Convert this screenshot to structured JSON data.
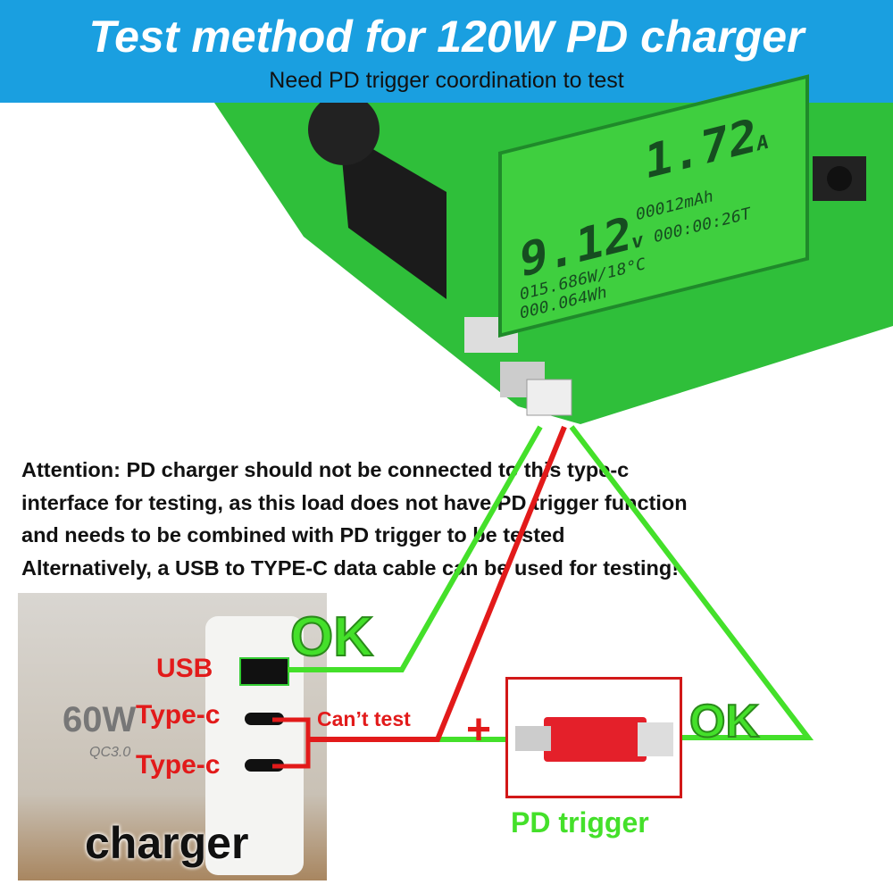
{
  "header": {
    "title": "Test method for 120W PD charger",
    "subtitle": "Need PD trigger coordination to test"
  },
  "lcd": {
    "voltage": "9.12",
    "voltage_unit": "v",
    "current": "1.72",
    "current_unit": "A",
    "power_temp": "015.686W/18°C",
    "capacity": "00012mAh",
    "energy": "000.064Wh",
    "time": "000:00:26T"
  },
  "attention": [
    "Attention: PD charger should not be connected to this type-c",
    "interface for testing, as this load does not have PD trigger function",
    "and needs to be combined with PD trigger to be tested",
    "Alternatively, a USB to TYPE-C data cable can be used for testing!"
  ],
  "charger": {
    "label": "charger",
    "usb_label": "USB",
    "typec1_label": "Type-c",
    "typec2_label": "Type-c",
    "wattage": "60W",
    "qc": "QC3.0"
  },
  "annotations": {
    "ok_left": "OK",
    "ok_right": "OK",
    "cant_test": "Can’t test",
    "plus": "+",
    "pd_trigger": "PD trigger"
  },
  "colors": {
    "header": "#1a9fe0",
    "ok_green": "#44e02a",
    "warn_red": "#e21a1a"
  }
}
